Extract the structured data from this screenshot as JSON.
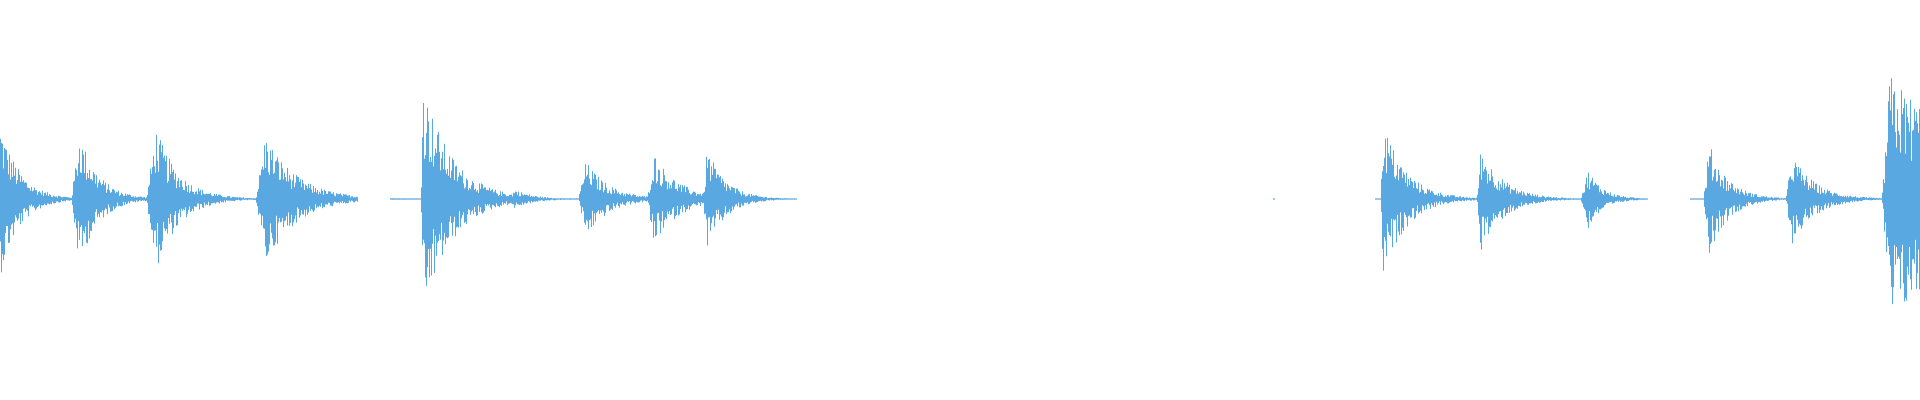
{
  "waveform": {
    "color": "#5aa8e2",
    "background": "#ffffff",
    "duration_fraction_axis": "0-1",
    "bursts": [
      {
        "t": 0.0,
        "attack": 0.002,
        "decay": 0.01,
        "amp": 0.62
      },
      {
        "t": 0.041,
        "attack": 0.004,
        "decay": 0.01,
        "amp": 0.55
      },
      {
        "t": 0.081,
        "attack": 0.005,
        "decay": 0.012,
        "amp": 0.58
      },
      {
        "t": 0.138,
        "attack": 0.005,
        "decay": 0.016,
        "amp": 0.53
      },
      {
        "t": 0.22,
        "attack": 0.001,
        "decay": 0.015,
        "amp": 0.95
      },
      {
        "t": 0.268,
        "attack": 0.004,
        "decay": 0.01,
        "amp": 0.08
      },
      {
        "t": 0.305,
        "attack": 0.004,
        "decay": 0.012,
        "amp": 0.31
      },
      {
        "t": 0.34,
        "attack": 0.003,
        "decay": 0.013,
        "amp": 0.38
      },
      {
        "t": 0.368,
        "attack": 0.002,
        "decay": 0.01,
        "amp": 0.41
      },
      {
        "t": 0.72,
        "attack": 0.001,
        "decay": 0.012,
        "amp": 0.64
      },
      {
        "t": 0.771,
        "attack": 0.002,
        "decay": 0.012,
        "amp": 0.42
      },
      {
        "t": 0.827,
        "attack": 0.004,
        "decay": 0.008,
        "amp": 0.24
      },
      {
        "t": 0.89,
        "attack": 0.003,
        "decay": 0.01,
        "amp": 0.45
      },
      {
        "t": 0.933,
        "attack": 0.003,
        "decay": 0.012,
        "amp": 0.37
      },
      {
        "t": 0.984,
        "attack": 0.004,
        "decay": 0.06,
        "amp": 1.0
      }
    ],
    "segments": [
      {
        "start": 0.0,
        "end": 0.186
      },
      {
        "start": 0.203,
        "end": 0.415
      },
      {
        "start": 0.663,
        "end": 0.664
      },
      {
        "start": 0.716,
        "end": 0.858
      },
      {
        "start": 0.88,
        "end": 1.0
      }
    ]
  }
}
